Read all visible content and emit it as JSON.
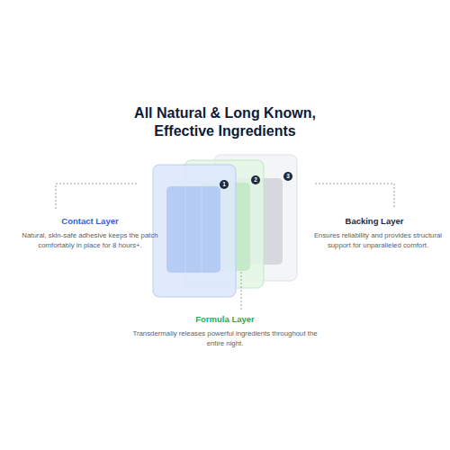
{
  "diagram": {
    "title": "All Natural & Long Known, Effective Ingredients",
    "labels": [
      "1",
      "2",
      "3",
      "Contact Layer",
      "Natural, skin-safe adhesive keeps the patch comfortably in place for 8 hours+.",
      "Backing Layer",
      "Ensures reliability and provides structural support for unparalleled comfort.",
      "Formula Layer",
      "Transdermally releases powerful ingredients throughout the entire night."
    ]
  }
}
